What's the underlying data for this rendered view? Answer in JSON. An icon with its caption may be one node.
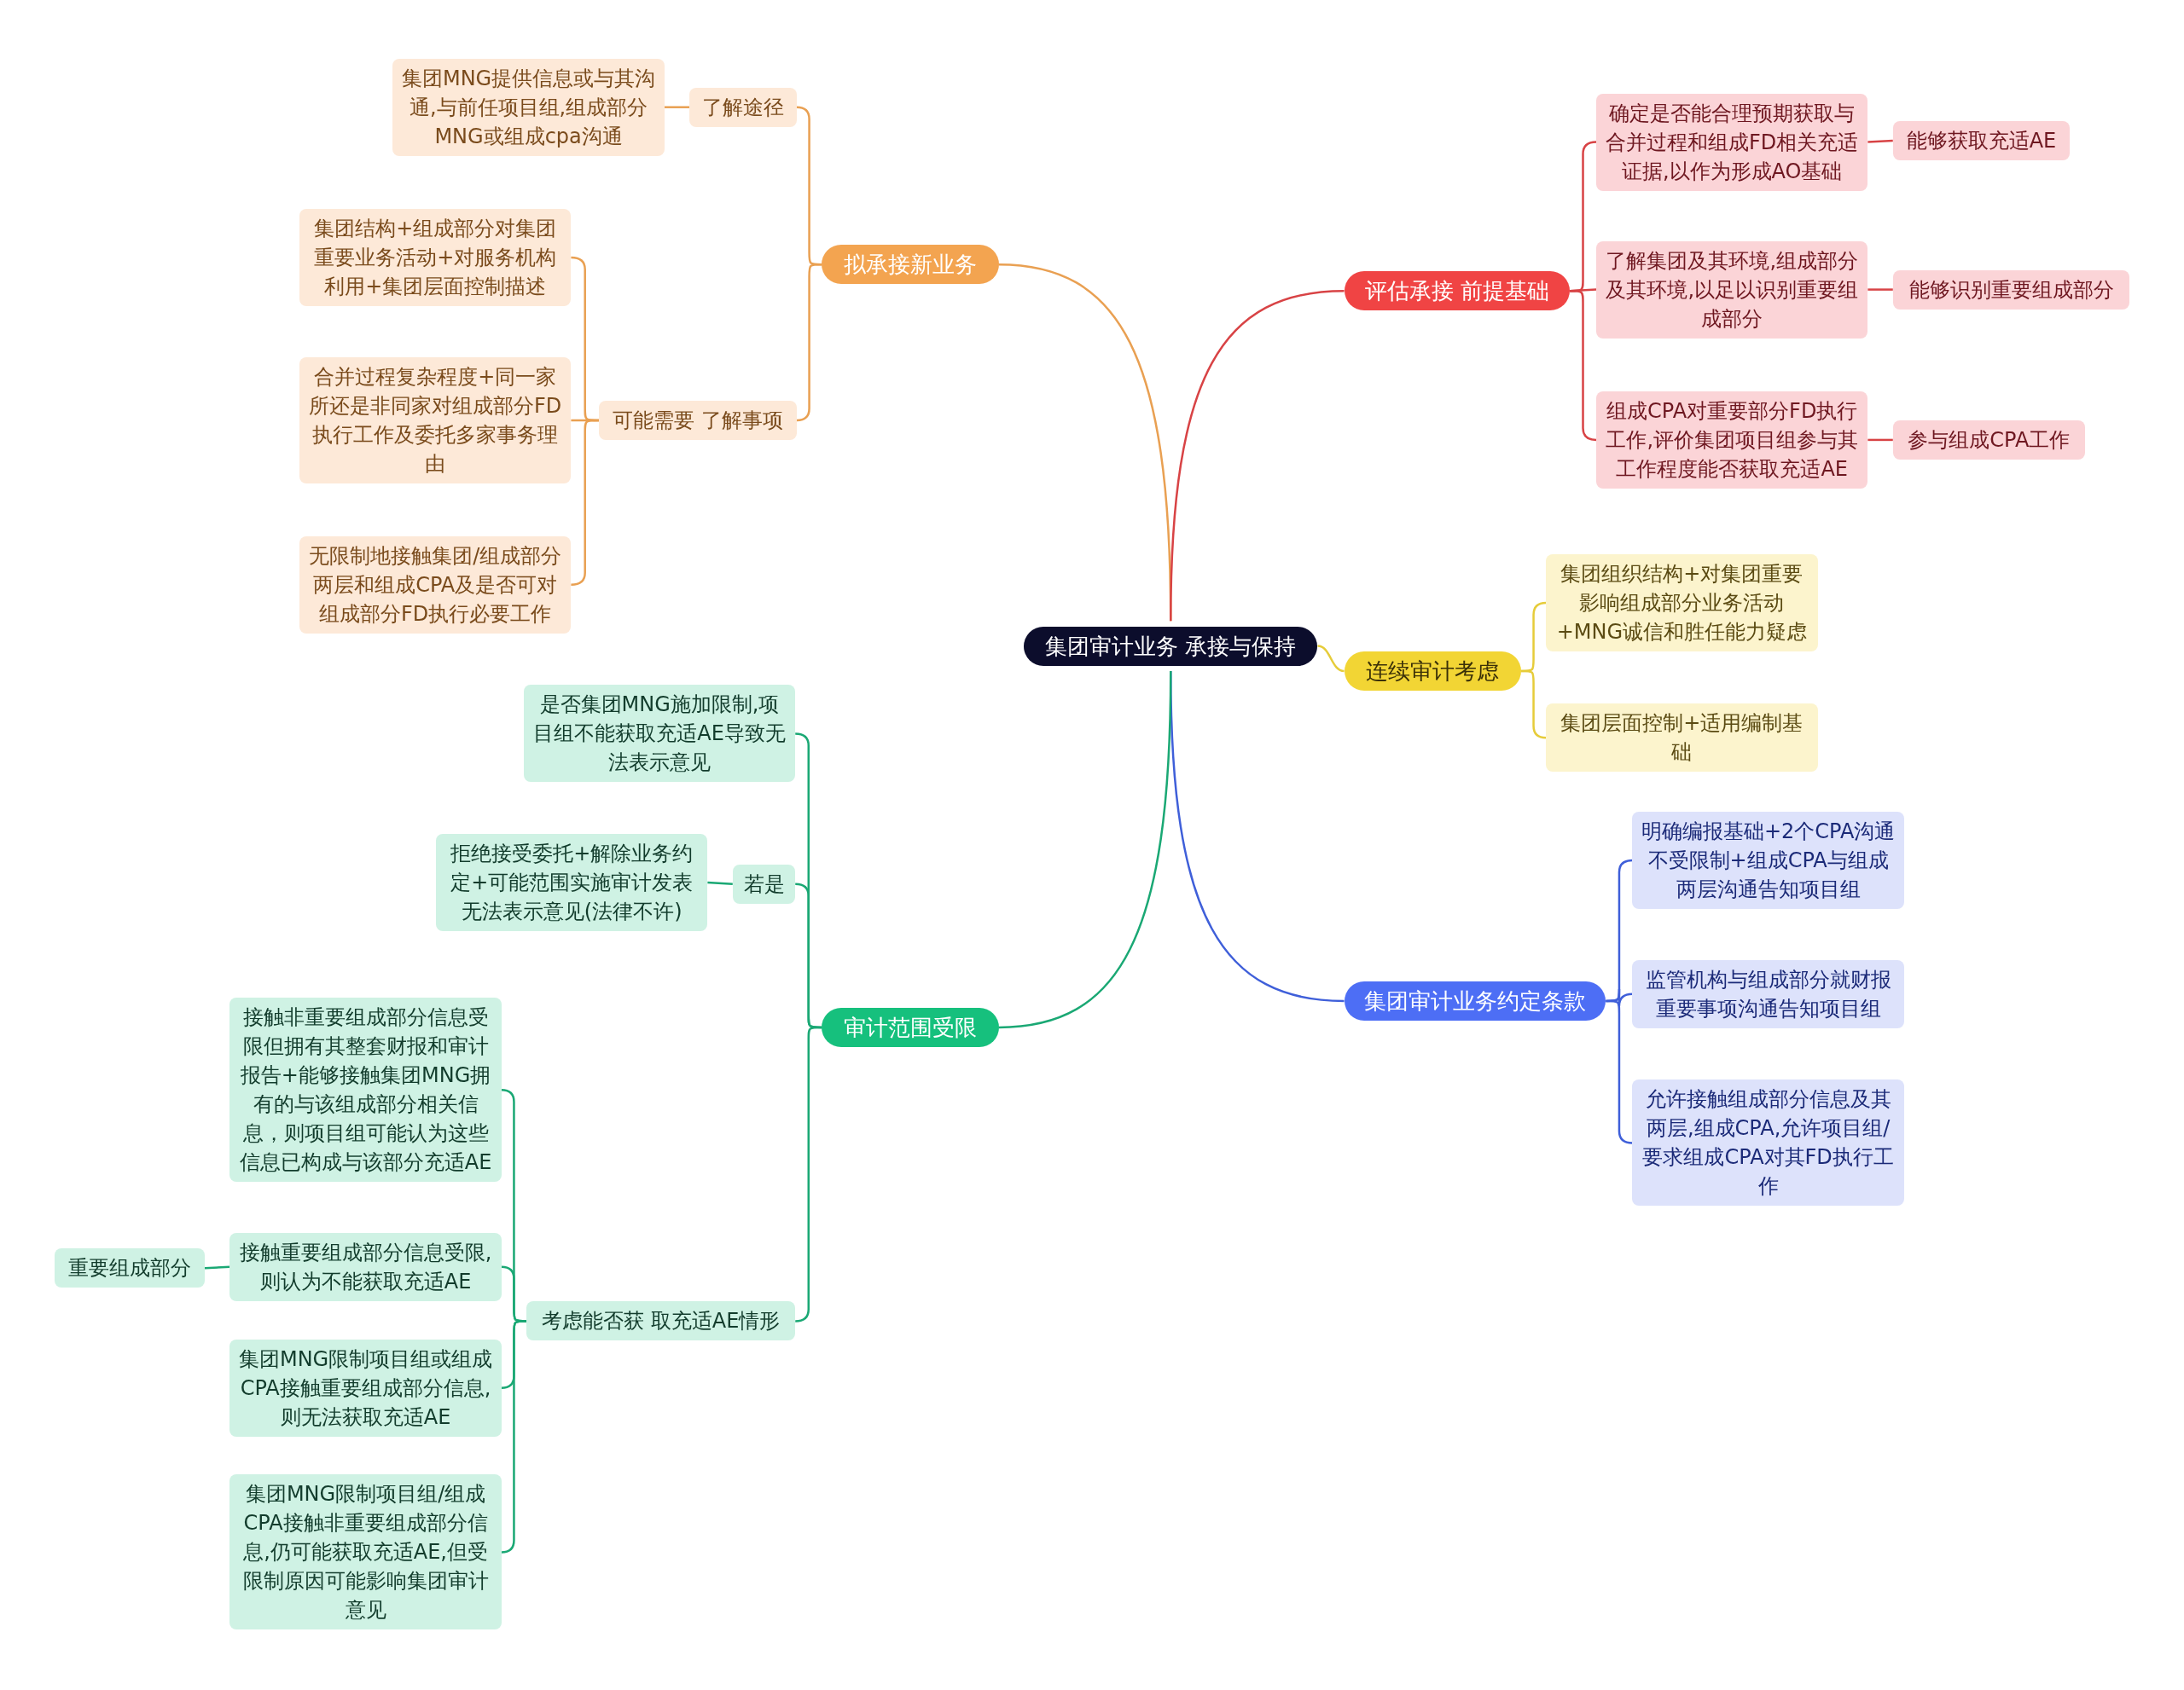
{
  "diagram": {
    "nodes": [
      {
        "text": [
          "集团审计业务 承接与保持"
        ]
      },
      {
        "text": [
          "拟承接新业务"
        ]
      },
      {
        "text": [
          "了解途径"
        ]
      },
      {
        "text": [
          "集团MNG提供信息或与其沟通,与前任项目组,组成部分MNG或组成cpa沟通"
        ]
      },
      {
        "text": [
          "可能需要 了解事项"
        ]
      },
      {
        "text": [
          "集团结构+组成部分对集团重要业务活动+对服务机构利用+集团层面控制描述"
        ]
      },
      {
        "text": [
          "合并过程复杂程度+同一家所还是非同家对组成部分FD执行工作及委托多家事务理由"
        ]
      },
      {
        "text": [
          "无限制地接触集团/组成部分两层和组成CPA及是否可对组成部分FD执行必要工作"
        ]
      },
      {
        "text": [
          "评估承接 前提基础"
        ]
      },
      {
        "text": [
          "确定是否能合理预期获取与合并过程和组成FD相关充适证据,以作为形成AO基础"
        ]
      },
      {
        "text": [
          "能够获取充适AE"
        ]
      },
      {
        "text": [
          "了解集团及其环境,组成部分及其环境,以足以识别重要组成部分"
        ]
      },
      {
        "text": [
          "能够识别重要组成部分"
        ]
      },
      {
        "text": [
          "组成CPA对重要部分FD执行工作,评价集团项目组参与其工作程度能否获取充适AE"
        ]
      },
      {
        "text": [
          "参与组成CPA工作"
        ]
      },
      {
        "text": [
          "连续审计考虑"
        ]
      },
      {
        "text": [
          "集团组织结构+对集团重要影响组成部分业务活动+MNG诚信和胜任能力疑虑"
        ]
      },
      {
        "text": [
          "集团层面控制+适用编制基础"
        ]
      },
      {
        "text": [
          "集团审计业务约定条款"
        ]
      },
      {
        "text": [
          "明确编报基础+2个CPA沟通不受限制+组成CPA与组成两层沟通告知项目组"
        ]
      },
      {
        "text": [
          "监管机构与组成部分就财报重要事项沟通告知项目组"
        ]
      },
      {
        "text": [
          "允许接触组成部分信息及其两层,组成CPA,允许项目组/要求组成CPA对其FD执行工作"
        ]
      },
      {
        "text": [
          "审计范围受限"
        ]
      },
      {
        "text": [
          "是否集团MNG施加限制,项目组不能获取充适AE导致无法表示意见"
        ]
      },
      {
        "text": [
          "若是"
        ]
      },
      {
        "text": [
          "拒绝接受委托+解除业务约定+可能范围实施审计发表无法表示意见(法律不许)"
        ]
      },
      {
        "text": [
          "考虑能否获 取充适AE情形"
        ]
      },
      {
        "text": [
          "接触非重要组成部分信息受限但拥有其整套财报和审计报告+能够接触集团MNG拥有的与该组成部分相关信息，则项目组可能认为这些信息已构成与该部分充适AE"
        ]
      },
      {
        "text": [
          "接触重要组成部分信息受限,则认为不能获取充适AE"
        ]
      },
      {
        "text": [
          "重要组成部分"
        ]
      },
      {
        "text": [
          "集团MNG限制项目组或组成CPA接触重要组成部分信息,则无法获取充适AE"
        ]
      },
      {
        "text": [
          "集团MNG限制项目组/组成CPA接触非重要组成部分信息,仍可能获取充适AE,但受限制原因可能影响集团审计意见"
        ]
      }
    ],
    "edges": [
      {
        "from": 0,
        "to": 1,
        "arrow": "none",
        "color": "#e9a052"
      },
      {
        "from": 1,
        "to": 2,
        "arrow": "none",
        "color": "#e9a052"
      },
      {
        "from": 2,
        "to": 3,
        "arrow": "none",
        "color": "#e9a052"
      },
      {
        "from": 1,
        "to": 4,
        "arrow": "none",
        "color": "#e9a052"
      },
      {
        "from": 4,
        "to": 5,
        "arrow": "none",
        "color": "#e9a052"
      },
      {
        "from": 4,
        "to": 6,
        "arrow": "none",
        "color": "#e9a052"
      },
      {
        "from": 4,
        "to": 7,
        "arrow": "none",
        "color": "#e9a052"
      },
      {
        "from": 0,
        "to": 8,
        "arrow": "none",
        "color": "#d84345"
      },
      {
        "from": 8,
        "to": 9,
        "arrow": "none",
        "color": "#d84345"
      },
      {
        "from": 9,
        "to": 10,
        "arrow": "none",
        "color": "#d84345"
      },
      {
        "from": 8,
        "to": 11,
        "arrow": "none",
        "color": "#d84345"
      },
      {
        "from": 11,
        "to": 12,
        "arrow": "none",
        "color": "#d84345"
      },
      {
        "from": 8,
        "to": 13,
        "arrow": "none",
        "color": "#d84345"
      },
      {
        "from": 13,
        "to": 14,
        "arrow": "none",
        "color": "#d84345"
      },
      {
        "from": 0,
        "to": 15,
        "arrow": "none",
        "color": "#e6cc3a"
      },
      {
        "from": 15,
        "to": 16,
        "arrow": "none",
        "color": "#e6cc3a"
      },
      {
        "from": 15,
        "to": 17,
        "arrow": "none",
        "color": "#e6cc3a"
      },
      {
        "from": 0,
        "to": 18,
        "arrow": "none",
        "color": "#3f5fd9"
      },
      {
        "from": 18,
        "to": 19,
        "arrow": "none",
        "color": "#3f5fd9"
      },
      {
        "from": 18,
        "to": 20,
        "arrow": "none",
        "color": "#3f5fd9"
      },
      {
        "from": 18,
        "to": 21,
        "arrow": "none",
        "color": "#3f5fd9"
      },
      {
        "from": 0,
        "to": 22,
        "arrow": "none"
      },
      {
        "from": 22,
        "to": 23,
        "arrow": "none"
      },
      {
        "from": 22,
        "to": 24,
        "arrow": "none"
      },
      {
        "from": 24,
        "to": 25,
        "arrow": "none"
      },
      {
        "from": 22,
        "to": 26,
        "arrow": "none"
      },
      {
        "from": 26,
        "to": 27,
        "arrow": "none"
      },
      {
        "from": 26,
        "to": 28,
        "arrow": "none"
      },
      {
        "from": 28,
        "to": 29,
        "arrow": "none"
      },
      {
        "from": 26,
        "to": 30,
        "arrow": "none"
      },
      {
        "from": 26,
        "to": 31,
        "arrow": "none"
      }
    ]
  }
}
